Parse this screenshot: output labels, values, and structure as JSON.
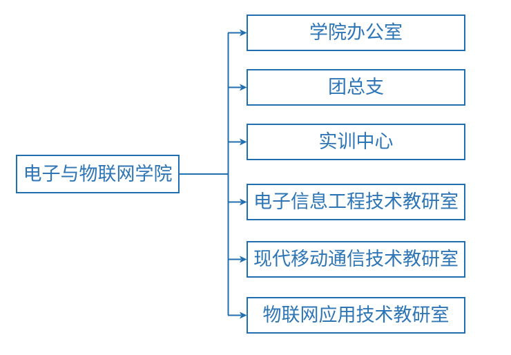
{
  "diagram": {
    "type": "org-chart",
    "root": {
      "label": "电子与物联网学院"
    },
    "children": [
      {
        "label": "学院办公室"
      },
      {
        "label": "团总支"
      },
      {
        "label": "实训中心"
      },
      {
        "label": "电子信息工程技术教研室"
      },
      {
        "label": "现代移动通信技术教研室"
      },
      {
        "label": "物联网应用技术教研室"
      }
    ],
    "colors": {
      "line": "#1F6EB0",
      "border": "#1F6EB0",
      "text": "#2E75B6",
      "background": "#FFFFFF"
    }
  }
}
